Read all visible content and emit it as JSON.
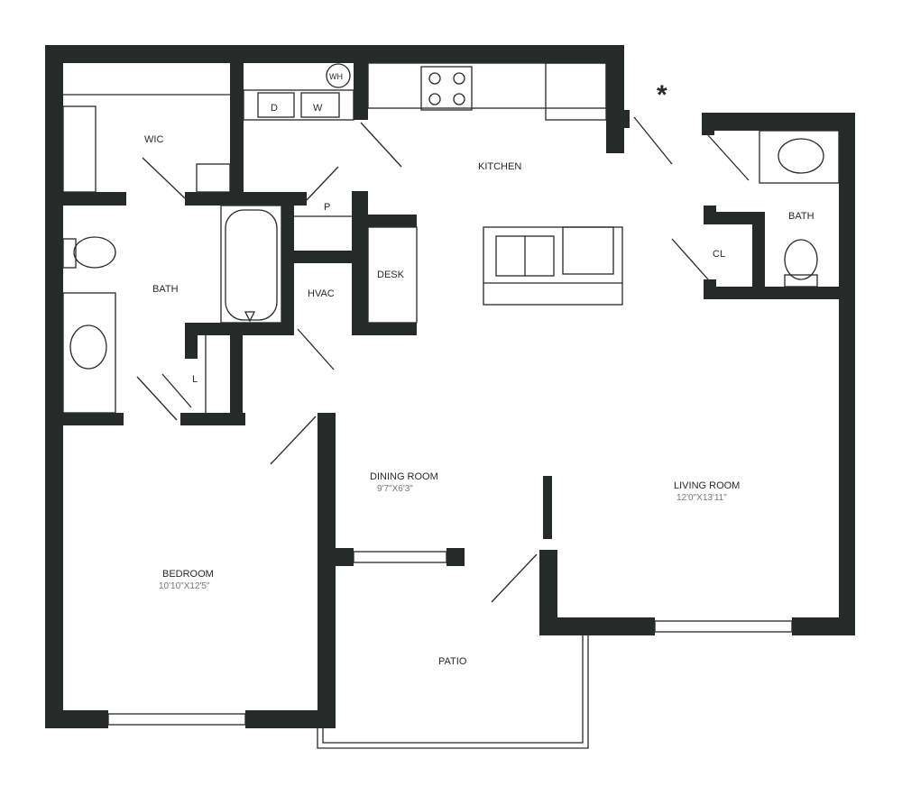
{
  "colors": {
    "wall": "#262a28",
    "dimension_text": "#777777"
  },
  "rooms": {
    "wic": "WIC",
    "bath1": "BATH",
    "kitchen": "KITCHEN",
    "pantry": "P",
    "hvac": "HVAC",
    "desk": "DESK",
    "bath2": "BATH",
    "closet": "CL",
    "linen": "L",
    "dining": {
      "name": "DINING ROOM",
      "size": "9'7\"X6'3\""
    },
    "living": {
      "name": "LIVING ROOM",
      "size": "12'0\"X13'11\""
    },
    "bedroom": {
      "name": "BEDROOM",
      "size": "10'10\"X12'5\""
    },
    "patio": "PATIO"
  },
  "appliances": {
    "dryer": "D",
    "washer": "W",
    "water_heater": "WH"
  },
  "marker": "*"
}
